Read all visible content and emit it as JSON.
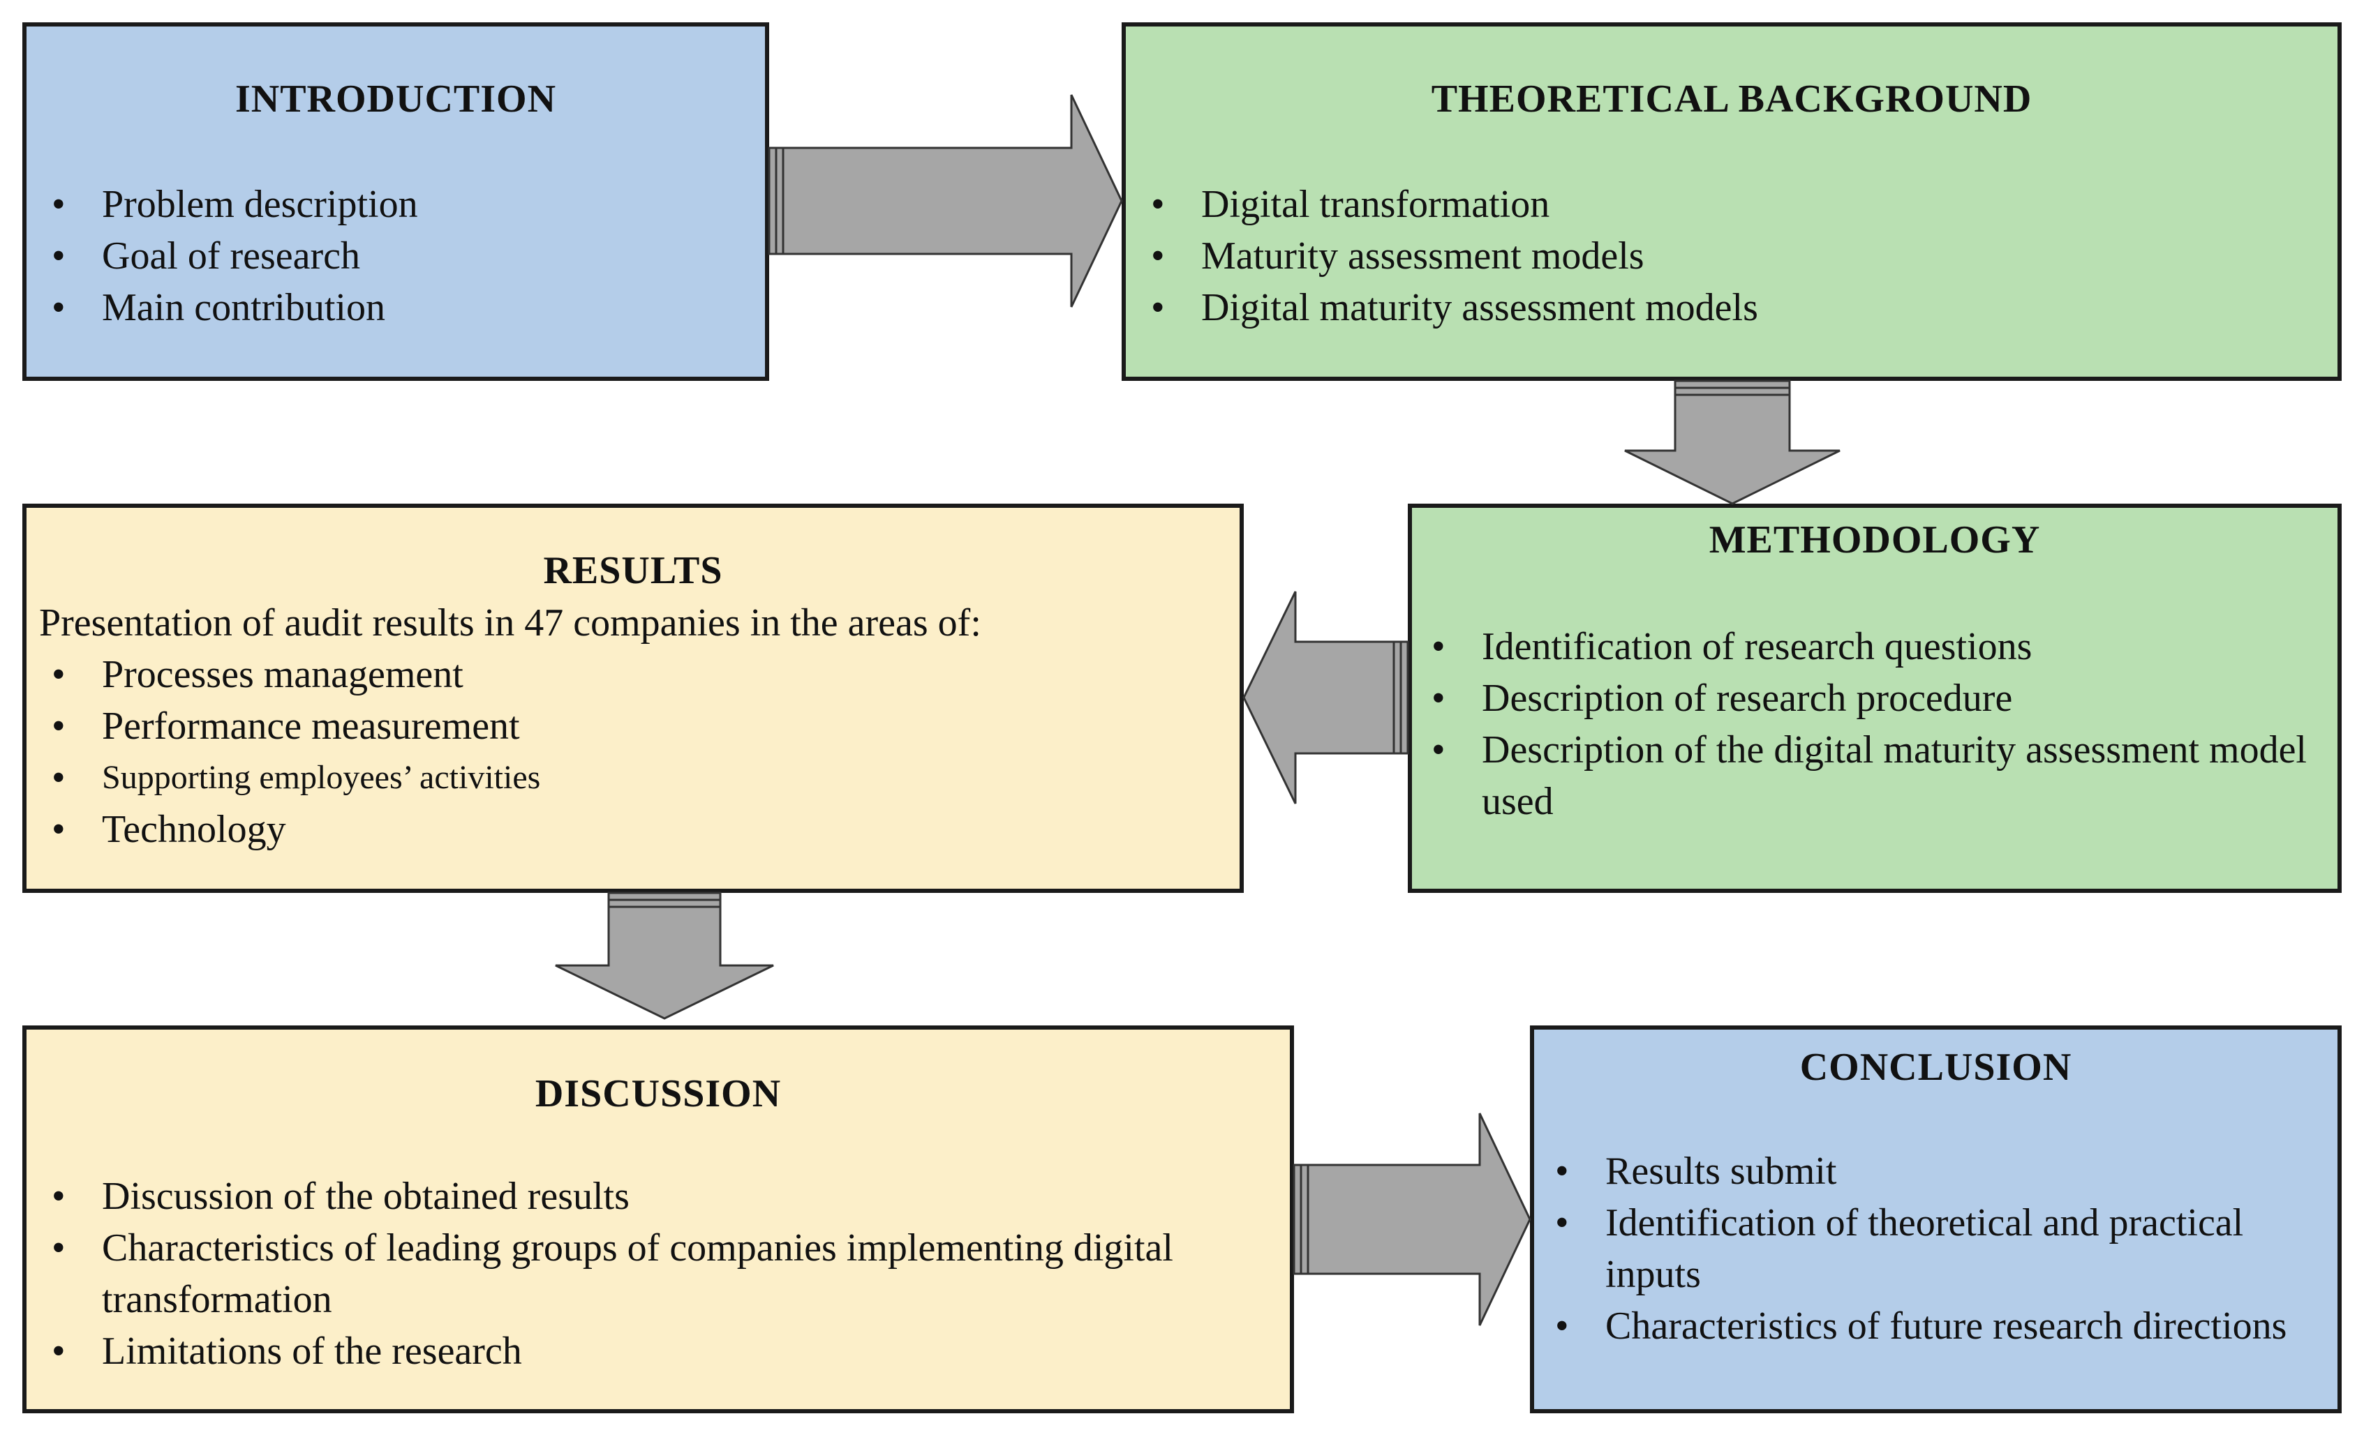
{
  "introduction": {
    "title": "INTRODUCTION",
    "items": [
      "Problem description",
      "Goal of research",
      "Main contribution"
    ],
    "color": "#b4cde9"
  },
  "theoretical_background": {
    "title": "THEORETICAL BACKGROUND",
    "items": [
      "Digital transformation",
      "Maturity assessment models",
      "Digital maturity assessment models"
    ],
    "color": "#b9e0b2"
  },
  "methodology": {
    "title": "METHODOLOGY",
    "items": [
      "Identification of research questions",
      "Description of research procedure",
      "Description of the digital maturity assessment model used"
    ],
    "color": "#b9e0b2"
  },
  "results": {
    "title": "RESULTS",
    "lead": "Presentation of audit results in 47 companies in the areas of:",
    "items": [
      "Processes management",
      "Performance measurement",
      "Supporting employees’ activities",
      "Technology"
    ],
    "color": "#fcefc9"
  },
  "discussion": {
    "title": "DISCUSSION",
    "items": [
      "Discussion of the obtained results",
      "Characteristics of leading groups of companies implementing digital transformation",
      "Limitations of the research"
    ],
    "color": "#fcefc9"
  },
  "conclusion": {
    "title": "CONCLUSION",
    "items": [
      "Results submit",
      "Identification of theoretical and practical inputs",
      "Characteristics of future research directions"
    ],
    "color": "#b4cde9"
  },
  "arrow_color": "#a6a6a6"
}
